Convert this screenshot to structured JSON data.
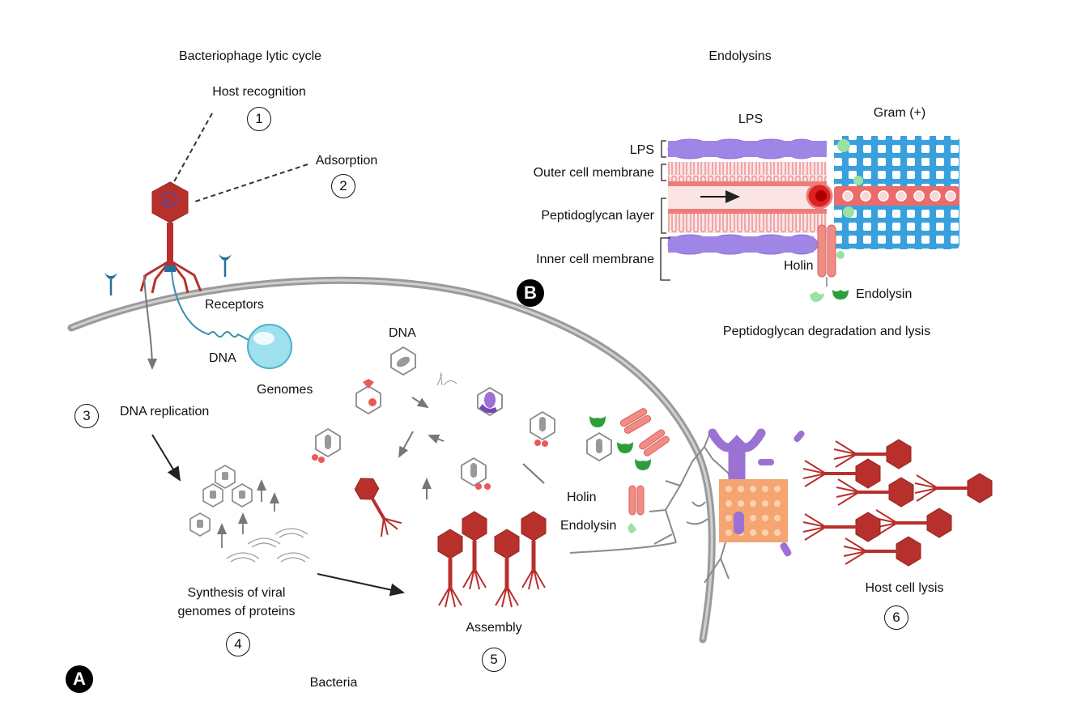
{
  "panel_a": {
    "badge": "A",
    "title": "Bacteriophage lytic cycle",
    "bacteria_label": "Bacteria",
    "steps": [
      {
        "number": "1",
        "label": "Host recognition"
      },
      {
        "number": "2",
        "label": "Adsorption"
      },
      {
        "number": "3",
        "label": "DNA replication"
      },
      {
        "number": "4",
        "label": "Synthesis of viral genomes of proteins",
        "label_line1": "Synthesis of viral",
        "label_line2": "genomes of proteins"
      },
      {
        "number": "5",
        "label": "Assembly"
      },
      {
        "number": "6",
        "label": "Host cell lysis"
      }
    ],
    "labels": {
      "receptors": "Receptors",
      "dna_injection": "DNA",
      "genomes": "Genomes",
      "dna_inside": "DNA",
      "holin": "Holin",
      "endolysin": "Endolysin"
    },
    "colors": {
      "phage": "#b8302c",
      "membrane": "#9a9a9a",
      "receptor": "#2a6f97",
      "genome": "#9fe0ef",
      "endolysin": "#2e9e3c",
      "holin": "#ef8c86",
      "lysis_purple": "#9b72d4",
      "lysis_orange": "#f5a571"
    }
  },
  "panel_b": {
    "badge": "B",
    "title": "Endolysins",
    "gram_negative_label": "LPS",
    "gram_positive_label": "Gram (+)",
    "layers": [
      "LPS",
      "Outer cell membrane",
      "Peptidoglycan layer",
      "Inner cell membrane"
    ],
    "holin_label": "Holin",
    "endolysin_label": "Endolysin",
    "caption": "Peptidoglycan degradation and lysis",
    "colors": {
      "lps": "#9f86e6",
      "membrane": "#ef7f7f",
      "peptidoglycan_mesh": "#3aa0dd",
      "endolysin": "#2e9e3c",
      "endolysin_light": "#9be0a4"
    }
  }
}
